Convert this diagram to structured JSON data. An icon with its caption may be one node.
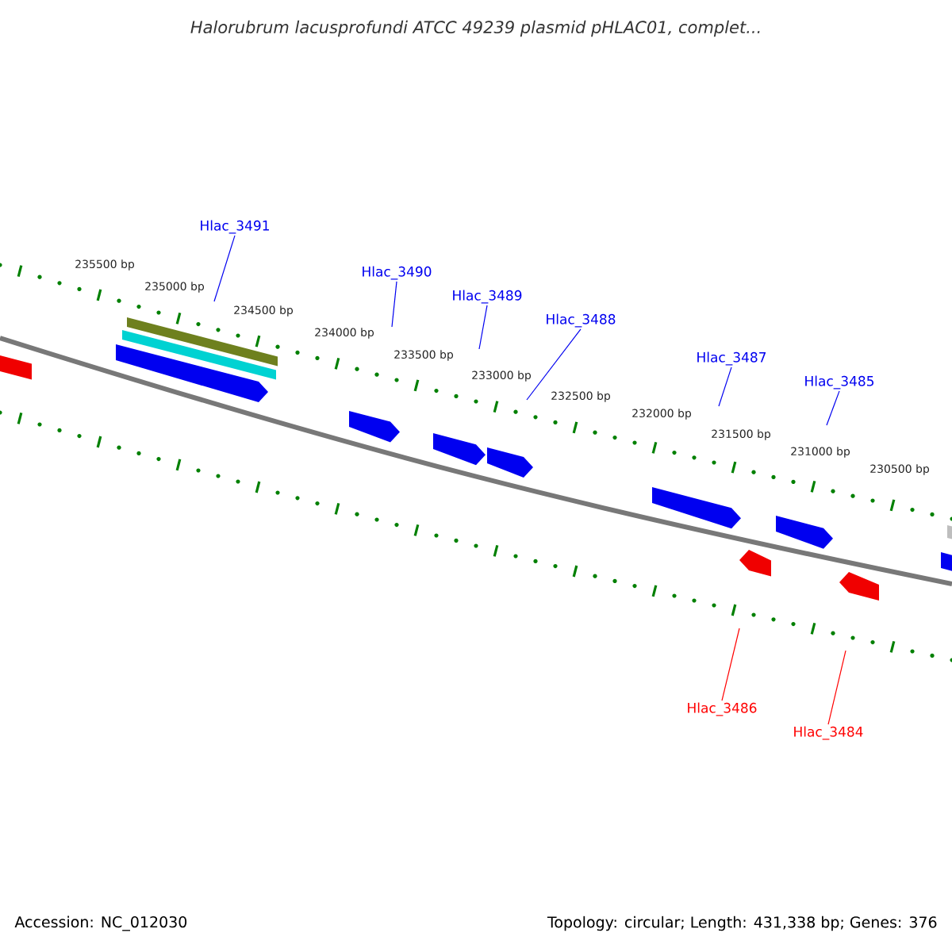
{
  "diagram": {
    "title": "Halorubrum lacusprofundi ATCC 49239 plasmid pHLAC01, complet...",
    "nodes": [
      {
        "text": [
          "Hlac_3491"
        ]
      },
      {
        "text": [
          "Hlac_3490"
        ]
      },
      {
        "text": [
          "Hlac_3489"
        ]
      },
      {
        "text": [
          "Hlac_3488"
        ]
      },
      {
        "text": [
          "Hlac_3487"
        ]
      },
      {
        "text": [
          "Hlac_3485"
        ]
      },
      {
        "text": [
          "Hlac_3486"
        ]
      },
      {
        "text": [
          "Hlac_3484"
        ]
      }
    ],
    "edges": [
      {
        "from": 0,
        "to": null,
        "arrow": "none"
      },
      {
        "from": 1,
        "to": null,
        "arrow": "none"
      },
      {
        "from": 2,
        "to": null,
        "arrow": "none"
      },
      {
        "from": 3,
        "to": null,
        "arrow": "none"
      },
      {
        "from": 4,
        "to": null,
        "arrow": "none"
      },
      {
        "from": 5,
        "to": null,
        "arrow": "none"
      },
      {
        "from": 6,
        "to": null,
        "arrow": "none",
        "color": "#ff0000"
      },
      {
        "from": 7,
        "to": null,
        "arrow": "none",
        "color": "#ff0000"
      }
    ],
    "labels": [
      "235500 bp",
      "235000 bp",
      "234500 bp",
      "234000 bp",
      "233500 bp",
      "233000 bp",
      "232500 bp",
      "232000 bp",
      "231500 bp",
      "231000 bp",
      "230500 bp",
      "Accession: NC_012030",
      "Topology: circular; Length: 431,338 bp; Genes: 376"
    ]
  }
}
